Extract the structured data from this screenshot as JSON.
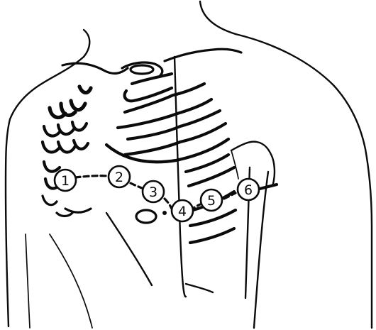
{
  "figure": {
    "electrodes": [
      {
        "label": "1"
      },
      {
        "label": "2"
      },
      {
        "label": "3"
      },
      {
        "label": "4"
      },
      {
        "label": "5"
      },
      {
        "label": "6"
      }
    ]
  }
}
